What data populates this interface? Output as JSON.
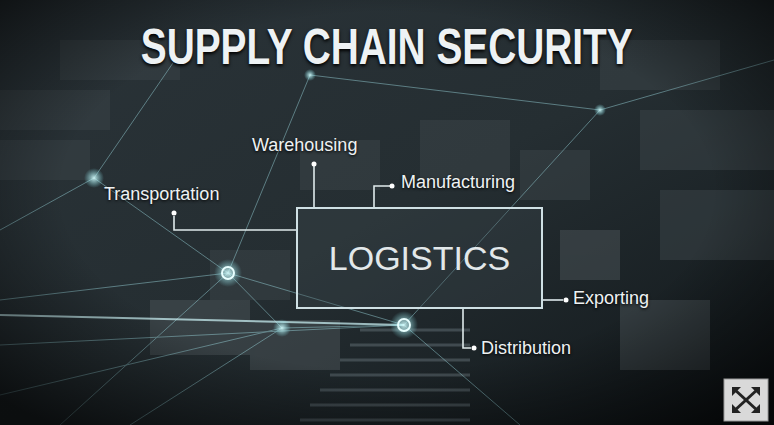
{
  "diagram": {
    "title": "SUPPLY CHAIN SECURITY",
    "nodes": [
      {
        "text": [
          "LOGISTICS"
        ]
      }
    ],
    "labels": [
      "Warehousing",
      "Transportation",
      "Manufacturing",
      "Exporting",
      "Distribution"
    ]
  }
}
